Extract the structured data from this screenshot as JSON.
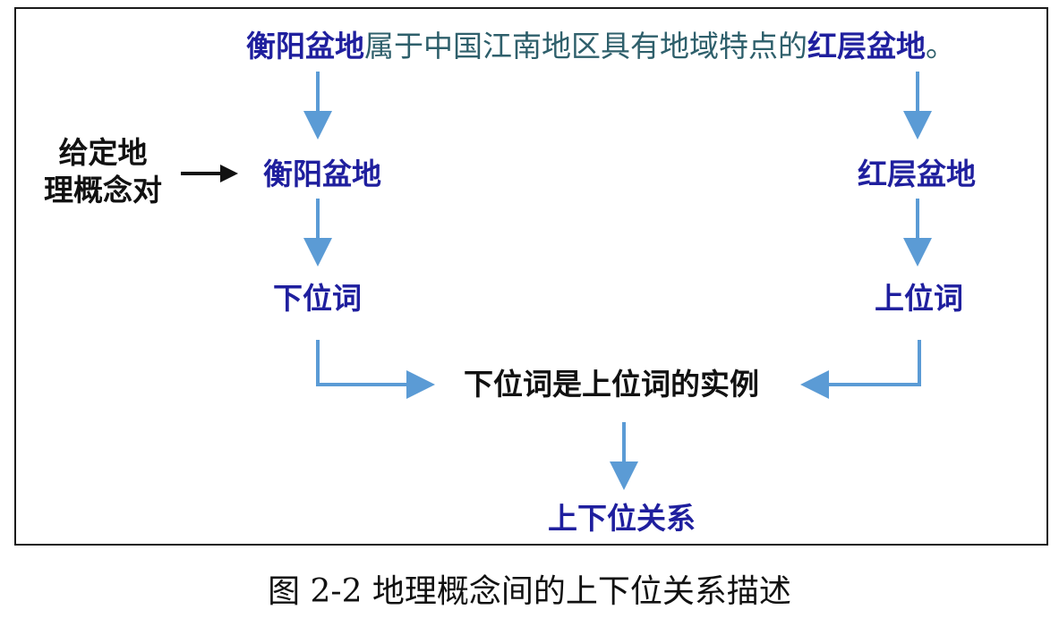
{
  "diagram": {
    "sentence": {
      "part1": "衡阳盆地",
      "part2": "属于中国江南地区具有地域特点的",
      "part3": "红层盆地",
      "part4": "。"
    },
    "given_label": {
      "line1": "给定地",
      "line2": "理概念对"
    },
    "nodes": {
      "left_term": "衡阳盆地",
      "right_term": "红层盆地",
      "hyponym": "下位词",
      "hypernym": "上位词",
      "relation_statement": "下位词是上位词的实例",
      "result": "上下位关系"
    },
    "caption": "图 2-2  地理概念间的上下位关系描述",
    "colors": {
      "arrow": "#5b9bd5",
      "term_text": "#1f1f9e",
      "plain_text": "#2e5f6b"
    }
  }
}
